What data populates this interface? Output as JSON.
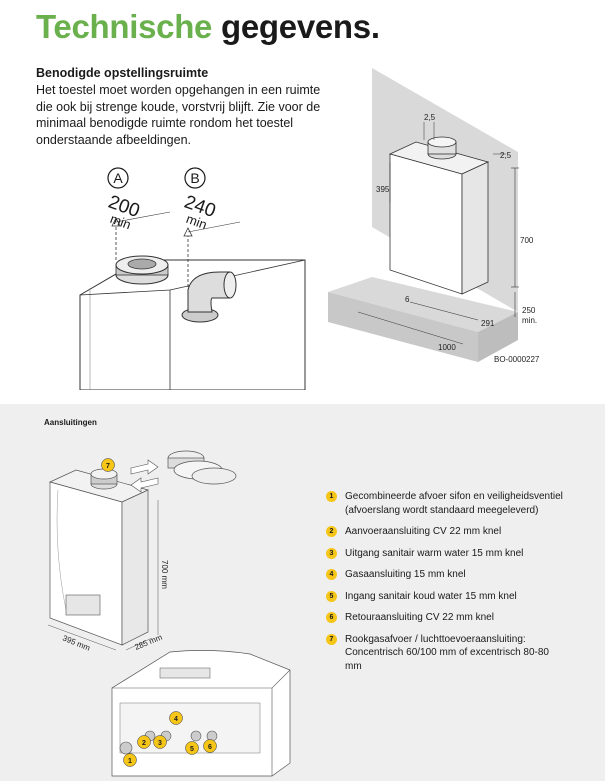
{
  "title": {
    "part1": "Technische",
    "part2": "gegevens."
  },
  "intro": {
    "heading": "Benodigde opstellingsruimte",
    "text": "Het toestel moet worden opgehangen in een ruimte die ook bij strenge koude, vorstvrij blijft. Zie voor de minimaal benodigde ruimte rondom het toestel onderstaande afbeeldingen."
  },
  "clearance_diagram": {
    "a": {
      "letter": "A",
      "value": "200",
      "unit": "min"
    },
    "b": {
      "letter": "B",
      "value": "240",
      "unit": "min"
    }
  },
  "room_diagram": {
    "top_gap": "2,5",
    "side_gap": "2,5",
    "depth": "395",
    "height": "700",
    "wall_gap": "6",
    "below_depth": "291",
    "below_height": "250",
    "below_height_unit": "min.",
    "floor_width": "1000",
    "reference": "BO-0000227"
  },
  "connections": {
    "title": "Aansluitingen",
    "callout_7": "7",
    "dim_height": "700 mm",
    "dim_width": "395 mm",
    "dim_depth": "285 mm",
    "callouts_bottom": [
      "1",
      "2",
      "3",
      "4",
      "5",
      "6"
    ],
    "legend": [
      {
        "num": "1",
        "text": "Gecombineerde afvoer sifon en veiligheidsventiel (afvoerslang wordt standaard meegeleverd)"
      },
      {
        "num": "2",
        "text": "Aanvoeraansluiting CV 22 mm knel"
      },
      {
        "num": "3",
        "text": "Uitgang sanitair warm water 15 mm knel"
      },
      {
        "num": "4",
        "text": "Gasaansluiting 15 mm knel"
      },
      {
        "num": "5",
        "text": "Ingang sanitair koud water 15 mm knel"
      },
      {
        "num": "6",
        "text": "Retouraansluiting CV 22 mm knel"
      },
      {
        "num": "7",
        "text": "Rookgasafvoer / luchttoevoeraansluiting: Concentrisch 60/100 mm of excentrisch 80-80 mm"
      }
    ]
  },
  "colors": {
    "accent_green": "#6ab04c",
    "callout_yellow": "#f5c518",
    "panel_gray": "#efefef"
  }
}
